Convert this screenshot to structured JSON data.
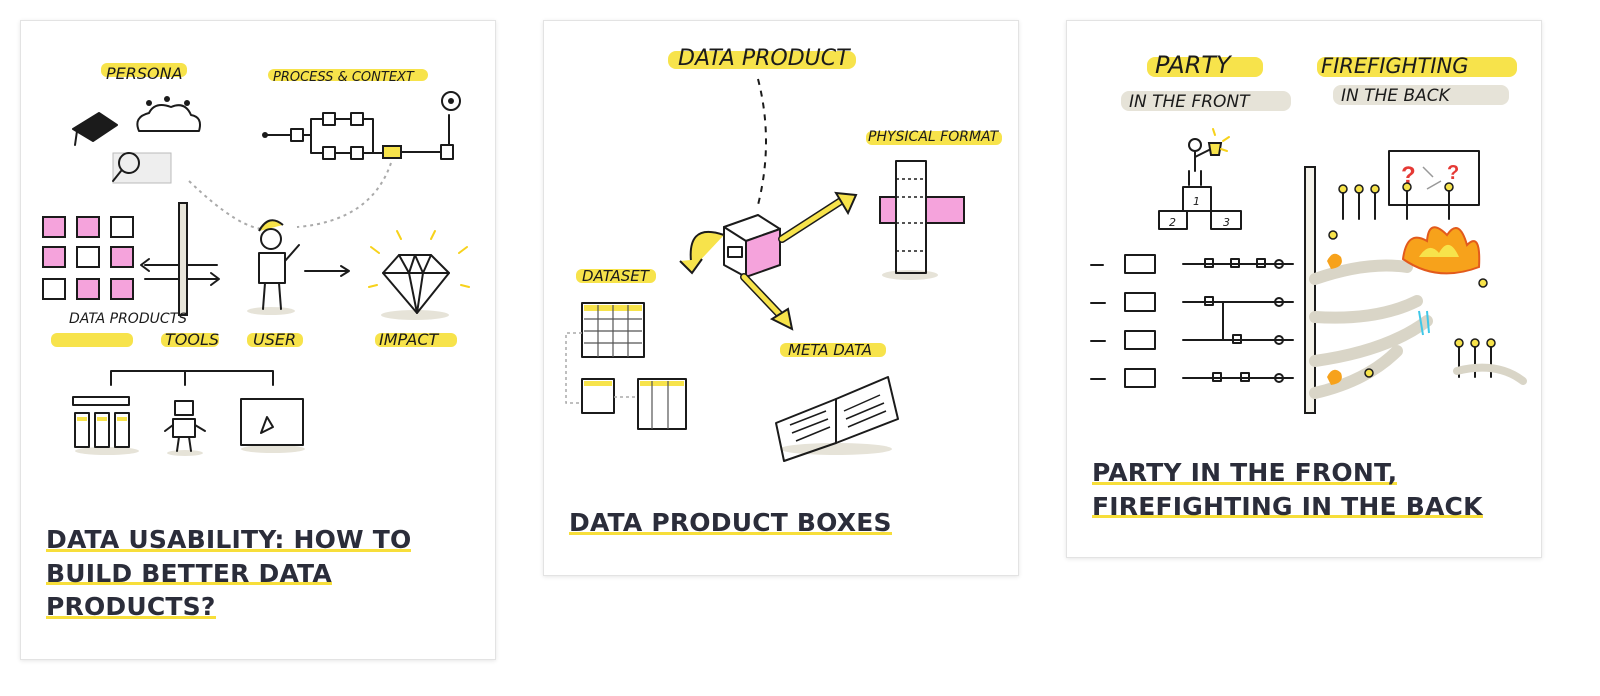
{
  "cards": [
    {
      "title": "DATA USABILITY: HOW TO BUILD BETTER DATA PRODUCTS?",
      "labels": {
        "persona": "PERSONA",
        "process": "PROCESS & CONTEXT",
        "data_products": "DATA PRODUCTS",
        "tools": "TOOLS",
        "user": "USER",
        "impact": "IMPACT"
      }
    },
    {
      "title": "DATA PRODUCT BOXES",
      "labels": {
        "data_product": "DATA PRODUCT",
        "physical_format": "PHYSICAL FORMAT",
        "dataset": "DATASET",
        "meta_data": "META DATA"
      }
    },
    {
      "title": "PARTY IN THE FRONT, FIREFIGHTING IN THE BACK",
      "labels": {
        "party": "PARTY",
        "in_the_front": "IN THE FRONT",
        "firefighting": "FIREFIGHTING",
        "in_the_back": "IN THE BACK",
        "podium_1": "1",
        "podium_2": "2",
        "podium_3": "3"
      }
    }
  ],
  "colors": {
    "highlight": "#f7e34b",
    "pink": "#f5a3dc",
    "ink": "#1b1b1b",
    "title": "#2b2d3a"
  }
}
